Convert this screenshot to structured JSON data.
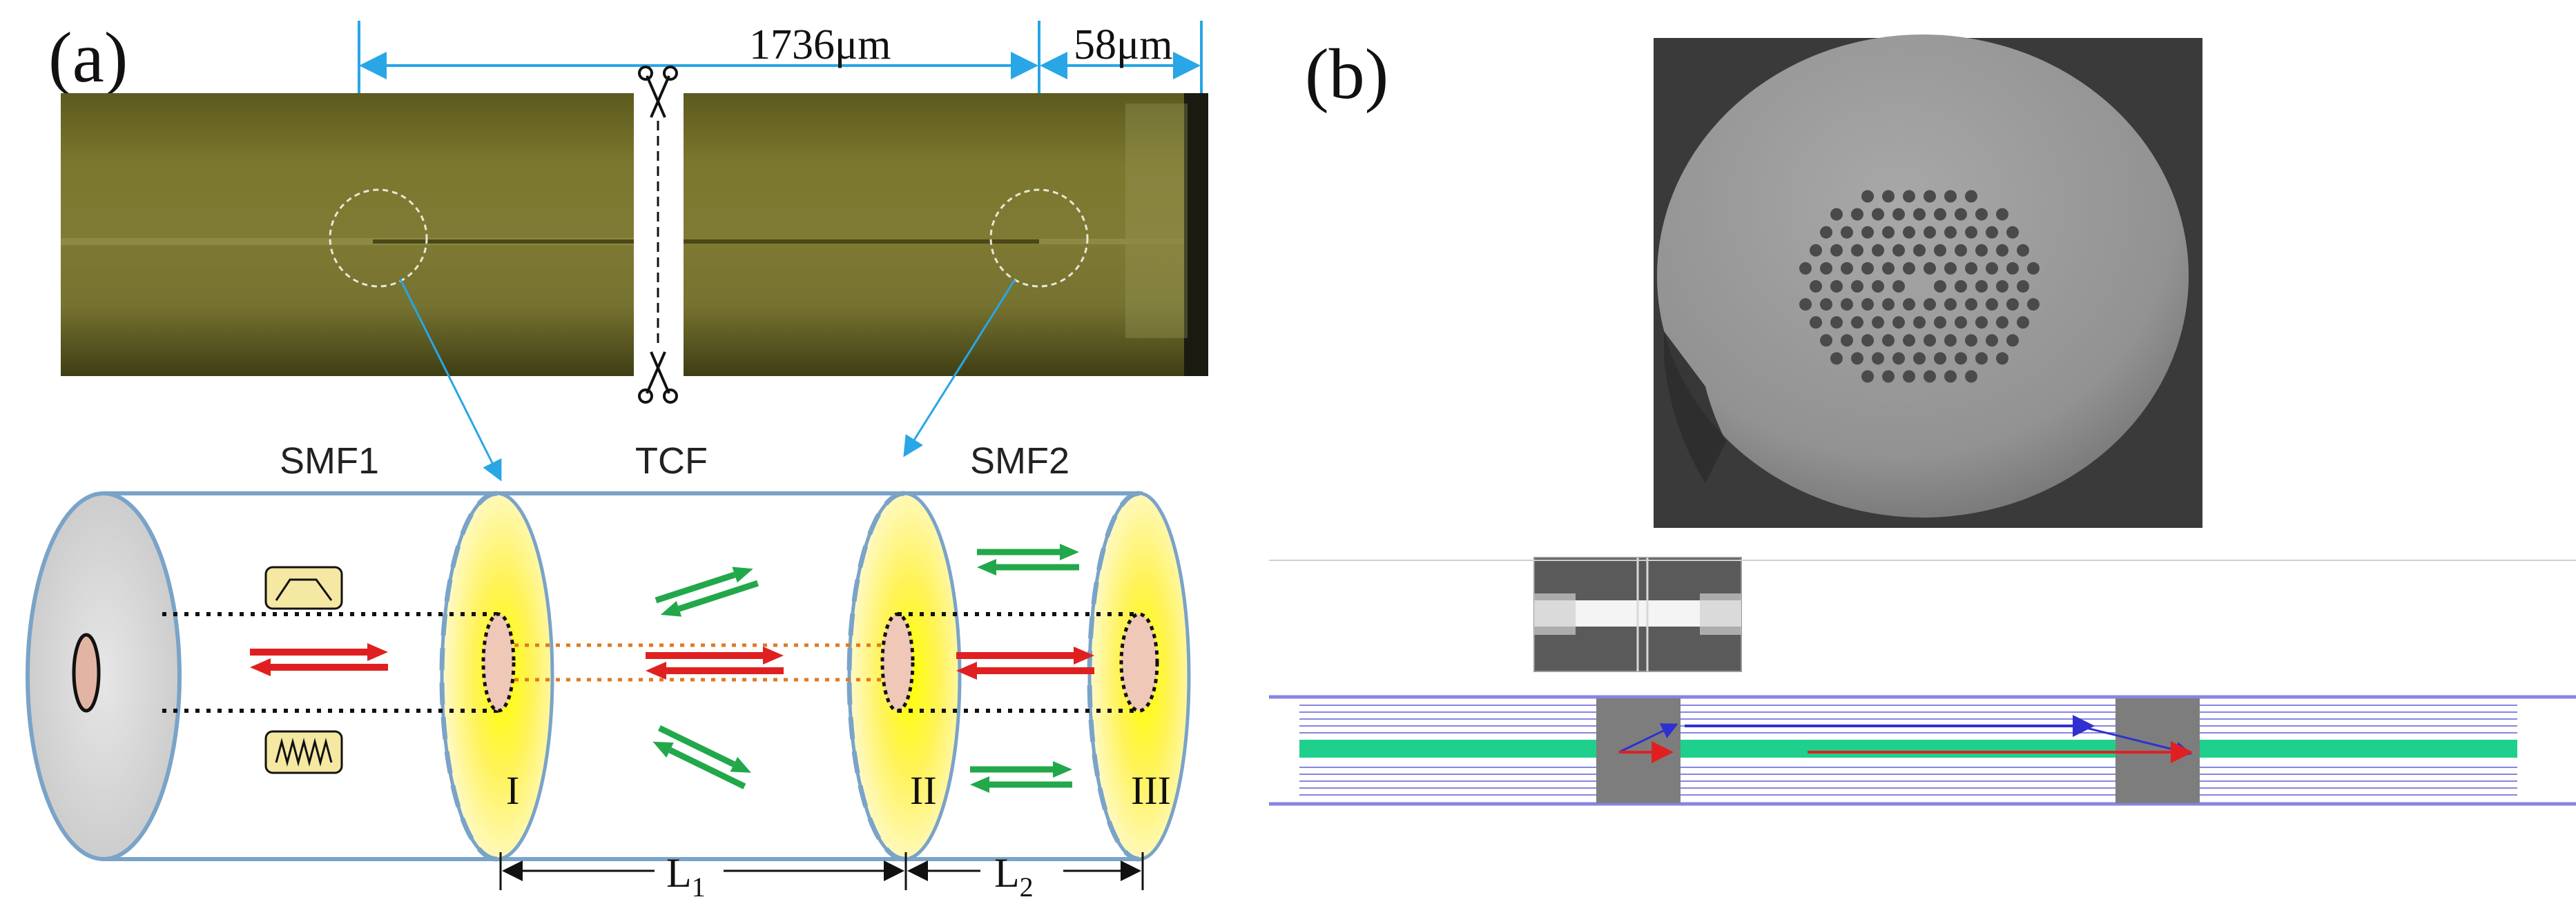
{
  "panel_a": {
    "label": "(a)",
    "dim_top_left": "1736μm",
    "dim_top_right": "58μm",
    "seg_smf1": "SMF1",
    "seg_tcf": "TCF",
    "seg_smf2": "SMF2",
    "iface_1": "I",
    "iface_2": "II",
    "iface_3": "III",
    "len_1": "L",
    "len_1_sub": "1",
    "len_2": "L",
    "len_2_sub": "2"
  },
  "panel_b": {
    "label": "(b)"
  },
  "colors": {
    "micrograph": "#6f6b23",
    "dimension_line": "#28a6e6",
    "fiber_outline": "#7aa3c8",
    "reflect_arrow": "#e02020",
    "transmit_arrow": "#22a84a",
    "core_stripe": "#1fd08c",
    "cladding_lines": "#8585e2",
    "blue_ray": "#3030d0"
  },
  "icons": [
    "scissors-icon",
    "bandpass-filter-icon",
    "comb-filter-icon"
  ]
}
